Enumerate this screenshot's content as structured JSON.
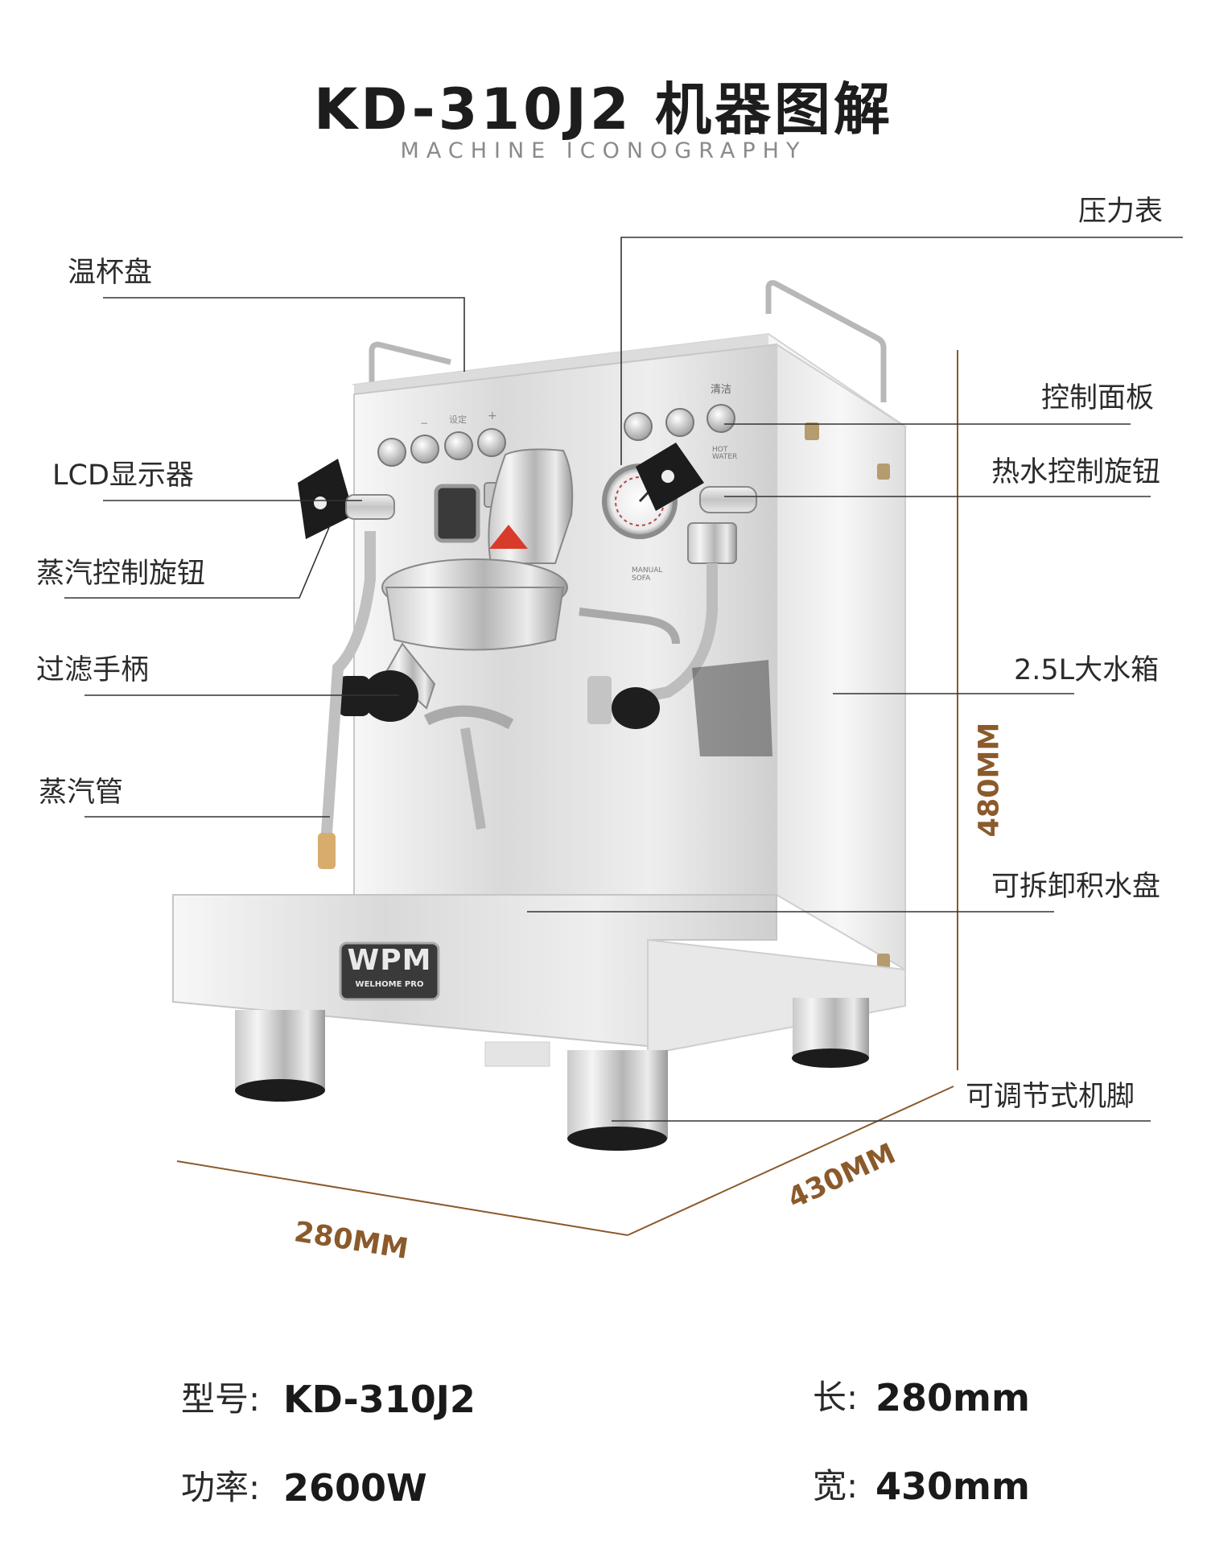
{
  "header": {
    "title": "KD-310J2 机器图解",
    "subtitle": "MACHINE ICONOGRAPHY"
  },
  "callouts": {
    "left": [
      "温杯盘",
      "LCD显示器",
      "蒸汽控制旋钮",
      "过滤手柄",
      "蒸汽管"
    ],
    "right": [
      "压力表",
      "控制面板",
      "热水控制旋钮",
      "2.5L大水箱",
      "可拆卸积水盘",
      "可调节式机脚"
    ]
  },
  "dimensions": {
    "width": "280MM",
    "depth": "430MM",
    "height": "480MM"
  },
  "machine": {
    "logo": "WPM",
    "logo_sub": "WELHOME PRO",
    "steam_label": "MANUAL\nSOFA",
    "hot_water_label": "HOT WATER",
    "clean_label": "清洁",
    "panel_labels": [
      "−",
      "设定",
      "+"
    ]
  },
  "specs": [
    {
      "key": "型号:",
      "value": "KD-310J2"
    },
    {
      "key": "长:",
      "value": "280mm"
    },
    {
      "key": "功率:",
      "value": "2600W"
    },
    {
      "key": "宽:",
      "value": "430mm"
    }
  ],
  "colors": {
    "dimension": "#8b5a2b",
    "leader": "#333333"
  }
}
